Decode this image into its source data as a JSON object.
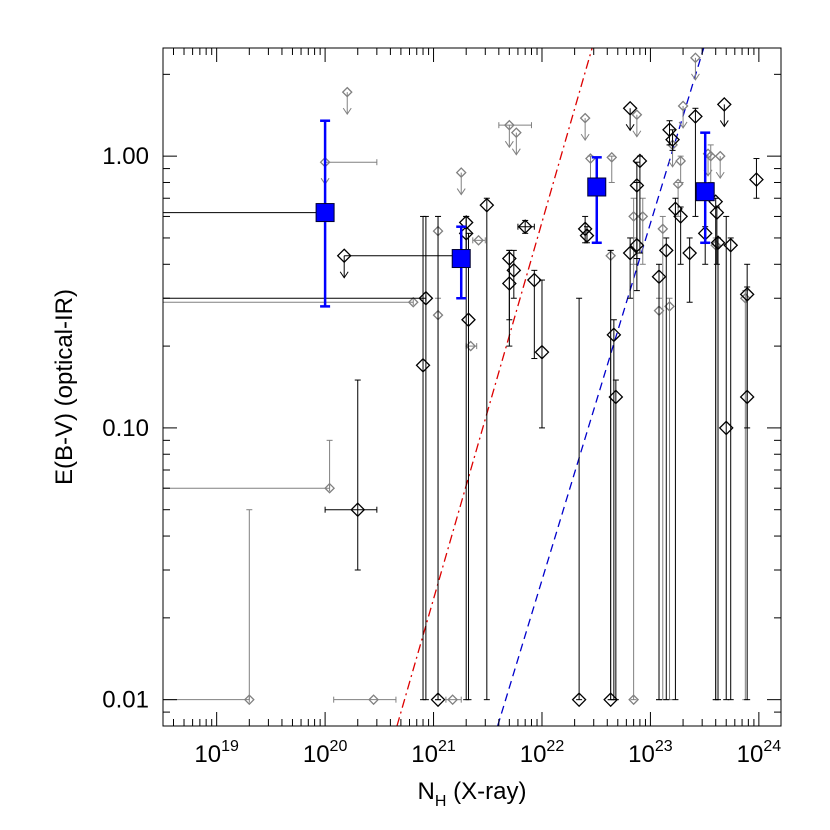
{
  "chart_data": {
    "type": "scatter",
    "title": "",
    "xlabel": {
      "main": "N",
      "sub": "H",
      "rest": " (X-ray)"
    },
    "ylabel": "E(B-V) (optical-IR)",
    "x_scale": "log",
    "y_scale": "log",
    "xlim": [
      3.2e+18,
      1.6e+24
    ],
    "ylim": [
      0.008,
      2.5
    ],
    "x_ticks": [
      {
        "value": 1e+19,
        "base": "10",
        "exp": "19"
      },
      {
        "value": 1e+20,
        "base": "10",
        "exp": "20"
      },
      {
        "value": 1e+21,
        "base": "10",
        "exp": "21"
      },
      {
        "value": 1e+22,
        "base": "10",
        "exp": "22"
      },
      {
        "value": 1e+23,
        "base": "10",
        "exp": "23"
      },
      {
        "value": 1e+24,
        "base": "10",
        "exp": "24"
      }
    ],
    "y_ticks": [
      {
        "value": 0.01,
        "label": "0.01"
      },
      {
        "value": 0.1,
        "label": "0.10"
      },
      {
        "value": 1.0,
        "label": "1.00"
      }
    ],
    "grid": false,
    "lines": [
      {
        "style": "dash-dot",
        "color": "#dd0000",
        "points": [
          [
            4.6e+20,
            0.008
          ],
          [
            2.9e+22,
            2.5
          ]
        ]
      },
      {
        "style": "dashed",
        "color": "#0000cc",
        "points": [
          [
            3.9e+21,
            0.008
          ],
          [
            3.1e+23,
            2.5
          ]
        ]
      }
    ],
    "binned_means": {
      "color": "#0000ff",
      "points": [
        {
          "x": 1e+20,
          "y": 0.62,
          "ylow": 0.28,
          "yhigh": 1.35
        },
        {
          "x": 1.8e+21,
          "y": 0.42,
          "ylow": 0.3,
          "yhigh": 0.55
        },
        {
          "x": 3.2e+22,
          "y": 0.77,
          "ylow": 0.48,
          "yhigh": 0.99
        },
        {
          "x": 3.2e+23,
          "y": 0.74,
          "ylow": 0.48,
          "yhigh": 1.22
        }
      ]
    },
    "series": [
      {
        "color": "#000000",
        "points": [
          {
            "x": 1e+20,
            "y": 0.62,
            "xlow": 3.2e+18,
            "xhigh": 1e+20
          },
          {
            "x": 1.5e+20,
            "y": 0.43,
            "xhigh": 1.8e+21,
            "upper_limit": true
          },
          {
            "x": 2e+20,
            "y": 0.05,
            "xlow": 1e+20,
            "xhigh": 3e+20,
            "ylow": 0.03,
            "yhigh": 0.15
          },
          {
            "x": 8.5e+20,
            "y": 0.3,
            "xlow": 3.2e+18,
            "xhigh": 8.5e+20,
            "ylow": 0.01,
            "yhigh": 0.6
          },
          {
            "x": 8e+20,
            "y": 0.17,
            "ylow": 0.01,
            "yhigh": 0.6
          },
          {
            "x": 1.1e+21,
            "y": 0.01,
            "ylow": 0.01,
            "yhigh": 0.6
          },
          {
            "x": 2.1e+21,
            "y": 0.25,
            "ylow": 0.01,
            "yhigh": 0.52
          },
          {
            "x": 2e+21,
            "y": 0.57,
            "ylow": 0.01,
            "yhigh": 0.6
          },
          {
            "x": 2e+21,
            "y": 0.52,
            "ylow": 0.4,
            "yhigh": 0.6
          },
          {
            "x": 3.1e+21,
            "y": 0.66,
            "ylow": 0.01,
            "yhigh": 0.7
          },
          {
            "x": 5e+21,
            "y": 0.42,
            "ylow": 0.2,
            "yhigh": 0.45
          },
          {
            "x": 5e+21,
            "y": 0.34,
            "ylow": 0.25,
            "yhigh": 0.45
          },
          {
            "x": 5.5e+21,
            "y": 0.38,
            "ylow": 0.3,
            "yhigh": 0.45
          },
          {
            "x": 7e+21,
            "y": 0.55,
            "xlow": 6e+21,
            "xhigh": 8.5e+21,
            "ylow": 0.52,
            "yhigh": 0.58
          },
          {
            "x": 8.5e+21,
            "y": 0.35,
            "ylow": 0.18,
            "yhigh": 0.38
          },
          {
            "x": 1e+22,
            "y": 0.19,
            "ylow": 0.1,
            "yhigh": 0.35
          },
          {
            "x": 2.2e+22,
            "y": 0.01,
            "ylow": 0.01,
            "yhigh": 0.3
          },
          {
            "x": 2.5e+22,
            "y": 0.54,
            "ylow": 0.48,
            "yhigh": 0.6
          },
          {
            "x": 2.6e+22,
            "y": 0.51,
            "ylow": 0.48,
            "yhigh": 0.55
          },
          {
            "x": 4.3e+22,
            "y": 0.01,
            "ylow": 0.01,
            "yhigh": 0.45
          },
          {
            "x": 4.6e+22,
            "y": 0.22,
            "ylow": 0.01,
            "yhigh": 0.25
          },
          {
            "x": 4.8e+22,
            "y": 0.13,
            "ylow": 0.01,
            "yhigh": 0.15
          },
          {
            "x": 6.5e+22,
            "y": 1.5,
            "upper_limit": true
          },
          {
            "x": 6.5e+22,
            "y": 0.44,
            "ylow": 0.3,
            "yhigh": 0.5
          },
          {
            "x": 7.5e+22,
            "y": 0.47,
            "ylow": 0.32,
            "yhigh": 0.95
          },
          {
            "x": 7.5e+22,
            "y": 0.78,
            "ylow": 0.42,
            "yhigh": 0.8
          },
          {
            "x": 8e+22,
            "y": 0.96,
            "ylow": 0.44,
            "yhigh": 1.0
          },
          {
            "x": 1.2e+23,
            "y": 0.36,
            "ylow": 0.01,
            "yhigh": 0.4
          },
          {
            "x": 1.4e+23,
            "y": 0.45,
            "ylow": 0.01,
            "yhigh": 0.5
          },
          {
            "x": 1.5e+23,
            "y": 1.25,
            "ylow": 1.1,
            "yhigh": 1.35
          },
          {
            "x": 1.6e+23,
            "y": 1.15,
            "ylow": 1.05,
            "yhigh": 1.25
          },
          {
            "x": 1.7e+23,
            "y": 0.64,
            "ylow": 0.01,
            "yhigh": 0.7
          },
          {
            "x": 1.9e+23,
            "y": 0.6,
            "ylow": 0.4,
            "yhigh": 0.65
          },
          {
            "x": 2.3e+23,
            "y": 0.44,
            "ylow": 0.29,
            "yhigh": 0.5
          },
          {
            "x": 2.6e+23,
            "y": 1.4,
            "ylow": 0.6,
            "yhigh": 1.5
          },
          {
            "x": 3.2e+23,
            "y": 0.52,
            "ylow": 0.4,
            "yhigh": 0.55
          },
          {
            "x": 4e+23,
            "y": 0.68,
            "ylow": 0.01,
            "yhigh": 0.7
          },
          {
            "x": 4.1e+23,
            "y": 0.62,
            "ylow": 0.4,
            "yhigh": 0.65
          },
          {
            "x": 4.2e+23,
            "y": 0.48,
            "ylow": 0.01,
            "yhigh": 0.5
          },
          {
            "x": 4.8e+23,
            "y": 1.55,
            "upper_limit": true
          },
          {
            "x": 5e+23,
            "y": 0.1,
            "ylow": 0.01,
            "yhigh": 0.6
          },
          {
            "x": 5.5e+23,
            "y": 0.47,
            "ylow": 0.01,
            "yhigh": 0.5
          },
          {
            "x": 7.8e+23,
            "y": 0.31,
            "ylow": 0.01,
            "yhigh": 0.33
          },
          {
            "x": 7.8e+23,
            "y": 0.13,
            "ylow": 0.1,
            "yhigh": 0.4
          },
          {
            "x": 9.5e+23,
            "y": 0.82,
            "ylow": 0.7,
            "yhigh": 0.98
          }
        ]
      },
      {
        "color": "#808080",
        "points": [
          {
            "x": 2e+19,
            "y": 0.01,
            "xlow": 3.2e+18,
            "xhigh": 2e+19,
            "yhigh": 0.05
          },
          {
            "x": 1e+20,
            "y": 0.95,
            "xhigh": 3e+20,
            "upper_limit": true
          },
          {
            "x": 1.6e+20,
            "y": 1.72,
            "upper_limit": true
          },
          {
            "x": 1.1e+20,
            "y": 0.06,
            "xlow": 3.2e+18,
            "xhigh": 1.1e+20,
            "yhigh": 0.09
          },
          {
            "x": 2.8e+20,
            "y": 0.01,
            "xlow": 1.2e+20,
            "xhigh": 4.5e+20
          },
          {
            "x": 6.5e+20,
            "y": 0.29,
            "xlow": 3.2e+18,
            "xhigh": 6.5e+20
          },
          {
            "x": 1.1e+21,
            "y": 0.53,
            "ylow": 0.01,
            "yhigh": 0.6
          },
          {
            "x": 1.1e+21,
            "y": 0.26,
            "ylow": 0.01,
            "yhigh": 0.3
          },
          {
            "x": 1.5e+21,
            "y": 0.01,
            "xlow": 1.3e+21,
            "xhigh": 1.8e+21
          },
          {
            "x": 1.8e+21,
            "y": 0.87,
            "upper_limit": true
          },
          {
            "x": 2.2e+21,
            "y": 0.2,
            "xlow": 2e+21,
            "xhigh": 2.5e+21
          },
          {
            "x": 2.6e+21,
            "y": 0.49,
            "xlow": 2.3e+21,
            "xhigh": 3e+21
          },
          {
            "x": 5e+21,
            "y": 1.3,
            "xlow": 4e+21,
            "xhigh": 8e+21,
            "upper_limit": true
          },
          {
            "x": 5.8e+21,
            "y": 1.22,
            "upper_limit": true
          },
          {
            "x": 2.5e+22,
            "y": 1.38,
            "upper_limit": true
          },
          {
            "x": 2.8e+22,
            "y": 0.98,
            "ylow": 0.8,
            "yhigh": 1.0
          },
          {
            "x": 4.3e+22,
            "y": 0.43,
            "ylow": 0.01,
            "yhigh": 0.45
          },
          {
            "x": 4.4e+22,
            "y": 0.99,
            "ylow": 0.8,
            "yhigh": 1.0
          },
          {
            "x": 7e+22,
            "y": 0.01,
            "ylow": 0.01,
            "yhigh": 0.5
          },
          {
            "x": 7e+22,
            "y": 0.6,
            "ylow": 0.4,
            "yhigh": 0.7
          },
          {
            "x": 7.5e+22,
            "y": 1.42,
            "upper_limit": true
          },
          {
            "x": 8.5e+22,
            "y": 0.6,
            "ylow": 0.4,
            "yhigh": 0.7
          },
          {
            "x": 1.2e+23,
            "y": 0.27,
            "ylow": 0.01,
            "yhigh": 0.3
          },
          {
            "x": 1.3e+23,
            "y": 0.54,
            "ylow": 0.01,
            "yhigh": 0.6
          },
          {
            "x": 1.5e+23,
            "y": 0.28,
            "ylow": 0.01,
            "yhigh": 0.3
          },
          {
            "x": 1.6e+23,
            "y": 1.1,
            "upper_limit": true
          },
          {
            "x": 1.9e+23,
            "y": 0.96,
            "ylow": 0.8,
            "yhigh": 1.0
          },
          {
            "x": 1.8e+23,
            "y": 0.79,
            "ylow": 0.6,
            "yhigh": 0.8
          },
          {
            "x": 2e+23,
            "y": 1.53,
            "upper_limit": true
          },
          {
            "x": 2.6e+23,
            "y": 2.3,
            "upper_limit": true
          },
          {
            "x": 3.4e+23,
            "y": 1.02,
            "upper_limit": true
          },
          {
            "x": 3.6e+23,
            "y": 1.0,
            "ylow": 0.8,
            "yhigh": 1.1
          },
          {
            "x": 4e+23,
            "y": 0.47,
            "ylow": 0.01,
            "yhigh": 0.5
          },
          {
            "x": 4.4e+23,
            "y": 1.0,
            "upper_limit": true
          },
          {
            "x": 7.5e+23,
            "y": 0.3,
            "ylow": 0.01,
            "yhigh": 0.32
          }
        ]
      }
    ]
  }
}
